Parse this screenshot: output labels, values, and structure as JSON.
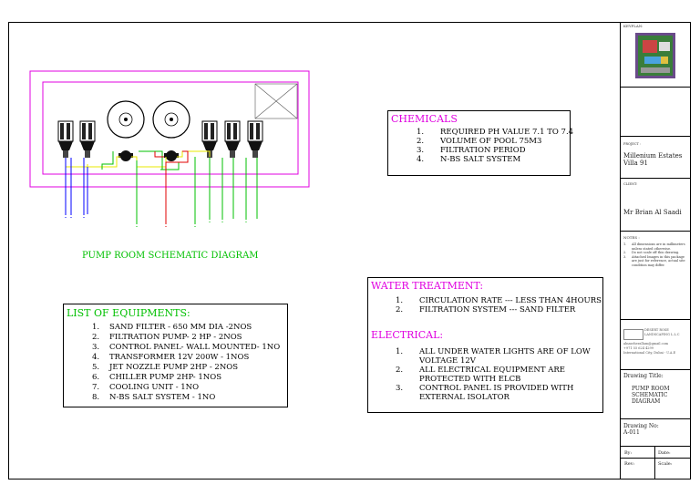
{
  "diagram": {
    "title": "PUMP ROOM SCHEMATIC DIAGRAM"
  },
  "chemicals": {
    "heading": "CHEMICALS",
    "items": [
      {
        "num": "1.",
        "text": "REQUIRED PH VALUE 7.1 TO 7.4"
      },
      {
        "num": "2.",
        "text": "VOLUME OF POOL 75M3"
      },
      {
        "num": "3.",
        "text": "FILTRATION PERIOD"
      },
      {
        "num": "4.",
        "text": "N-BS SALT SYSTEM"
      }
    ]
  },
  "water_treatment": {
    "heading": "WATER TREATMENT:",
    "items": [
      {
        "num": "1.",
        "text": "CIRCULATION RATE --- LESS THAN 4HOURS"
      },
      {
        "num": "2.",
        "text": "FILTRATION SYSTEM --- SAND FILTER"
      }
    ]
  },
  "electrical": {
    "heading": "ELECTRICAL:",
    "items": [
      {
        "num": "1.",
        "line1": "ALL UNDER WATER LIGHTS ARE OF LOW",
        "line2": "VOLTAGE 12V"
      },
      {
        "num": "2.",
        "line1": "ALL ELECTRICAL EQUIPMENT ARE",
        "line2": "PROTECTED WITH ELCB"
      },
      {
        "num": "3.",
        "line1": "CONTROL PANEL IS PROVIDED WITH",
        "line2": "EXTERNAL ISOLATOR"
      }
    ]
  },
  "equipment": {
    "heading": "LIST OF EQUIPMENTS:",
    "items": [
      {
        "num": "1.",
        "text": "SAND FILTER - 650 MM DIA -2NOS"
      },
      {
        "num": "2.",
        "text": "FILTRATION PUMP- 2 HP - 2NOS"
      },
      {
        "num": "3.",
        "text": "CONTROL PANEL- WALL MOUNTED- 1NO"
      },
      {
        "num": "4.",
        "text": "TRANSFORMER 12V 200W - 1NOS"
      },
      {
        "num": "5.",
        "text": "JET NOZZLE PUMP 2HP - 2NOS"
      },
      {
        "num": "6.",
        "text": "CHILLER PUMP 2HP- 1NOS"
      },
      {
        "num": "7.",
        "text": "COOLING UNIT - 1NO"
      },
      {
        "num": "8.",
        "text": "N-BS SALT SYSTEM - 1NO"
      }
    ]
  },
  "title_block": {
    "keyplan_label": "KEYPLAN:",
    "project_label": "PROJECT :",
    "project_name": "Millenium Estates Villa 91",
    "client_label": "CLIENT:",
    "client_name": "Mr Brian Al Saadi",
    "notes_label": "NOTES :",
    "notes": [
      {
        "num": "1.",
        "text": "All dimensions are in millimeters unless stated otherwise."
      },
      {
        "num": "2.",
        "text": "Do not scale off this drawing."
      },
      {
        "num": "3.",
        "text": "Attached Images in this package are just for reference, actual site condition may differ."
      }
    ],
    "company_name": "DESERT ROSE LANDSCAPING L.L.C",
    "company_email": "alnaseherallam@gmail.com",
    "company_phone": "+971 55 624 4299",
    "company_address": "International City, Dubai - U.A.E",
    "drawing_title_label": "Drawing Title:",
    "drawing_title": "PUMP ROOM SCHEMATIC DIAGRAM",
    "drawing_no_label": "Drawing No:",
    "drawing_no": "A-011",
    "by_label": "By:",
    "date_label": "Date:",
    "rev_label": "Rev:",
    "scale_label": "Scale:"
  },
  "colors": {
    "magenta": "#e000e0",
    "green": "#00c000",
    "blue": "#0000ff",
    "red": "#e00000",
    "yellow": "#e8e800"
  }
}
